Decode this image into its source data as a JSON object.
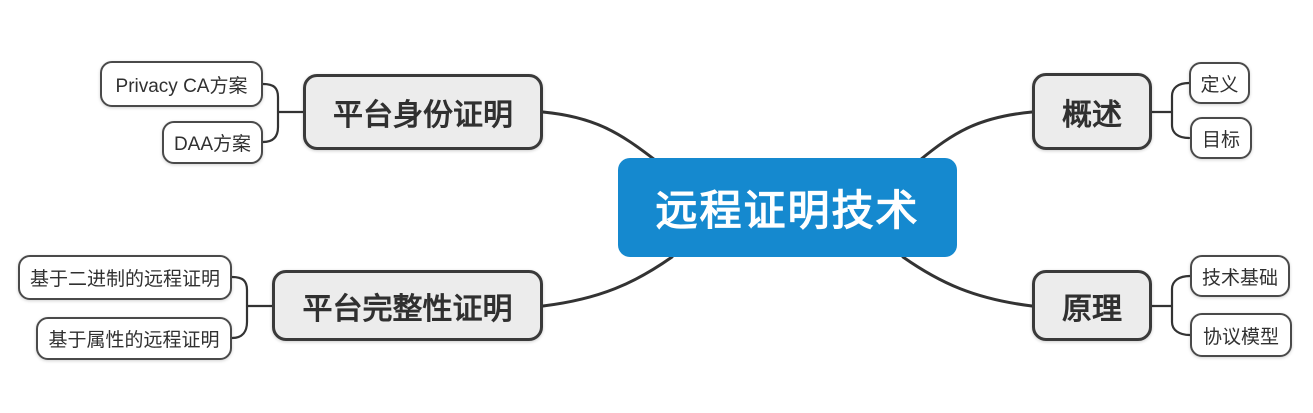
{
  "mindmap": {
    "root": {
      "label": "远程证明技术"
    },
    "branches": [
      {
        "label": "平台身份证明",
        "side": "left",
        "children": [
          {
            "label": "Privacy CA方案"
          },
          {
            "label": "DAA方案"
          }
        ]
      },
      {
        "label": "平台完整性证明",
        "side": "left",
        "children": [
          {
            "label": "基于二进制的远程证明"
          },
          {
            "label": "基于属性的远程证明"
          }
        ]
      },
      {
        "label": "概述",
        "side": "right",
        "children": [
          {
            "label": "定义"
          },
          {
            "label": "目标"
          }
        ]
      },
      {
        "label": "原理",
        "side": "right",
        "children": [
          {
            "label": "技术基础"
          },
          {
            "label": "协议模型"
          }
        ]
      }
    ],
    "colors": {
      "root_bg": "#1589cf",
      "root_text": "#ffffff",
      "branch_bg": "#ececec",
      "branch_border": "#3a3a3a",
      "child_bg": "#ffffff",
      "child_border": "#4a4a4a",
      "connector": "#333333",
      "text": "#303030",
      "background": "#ffffff"
    }
  }
}
